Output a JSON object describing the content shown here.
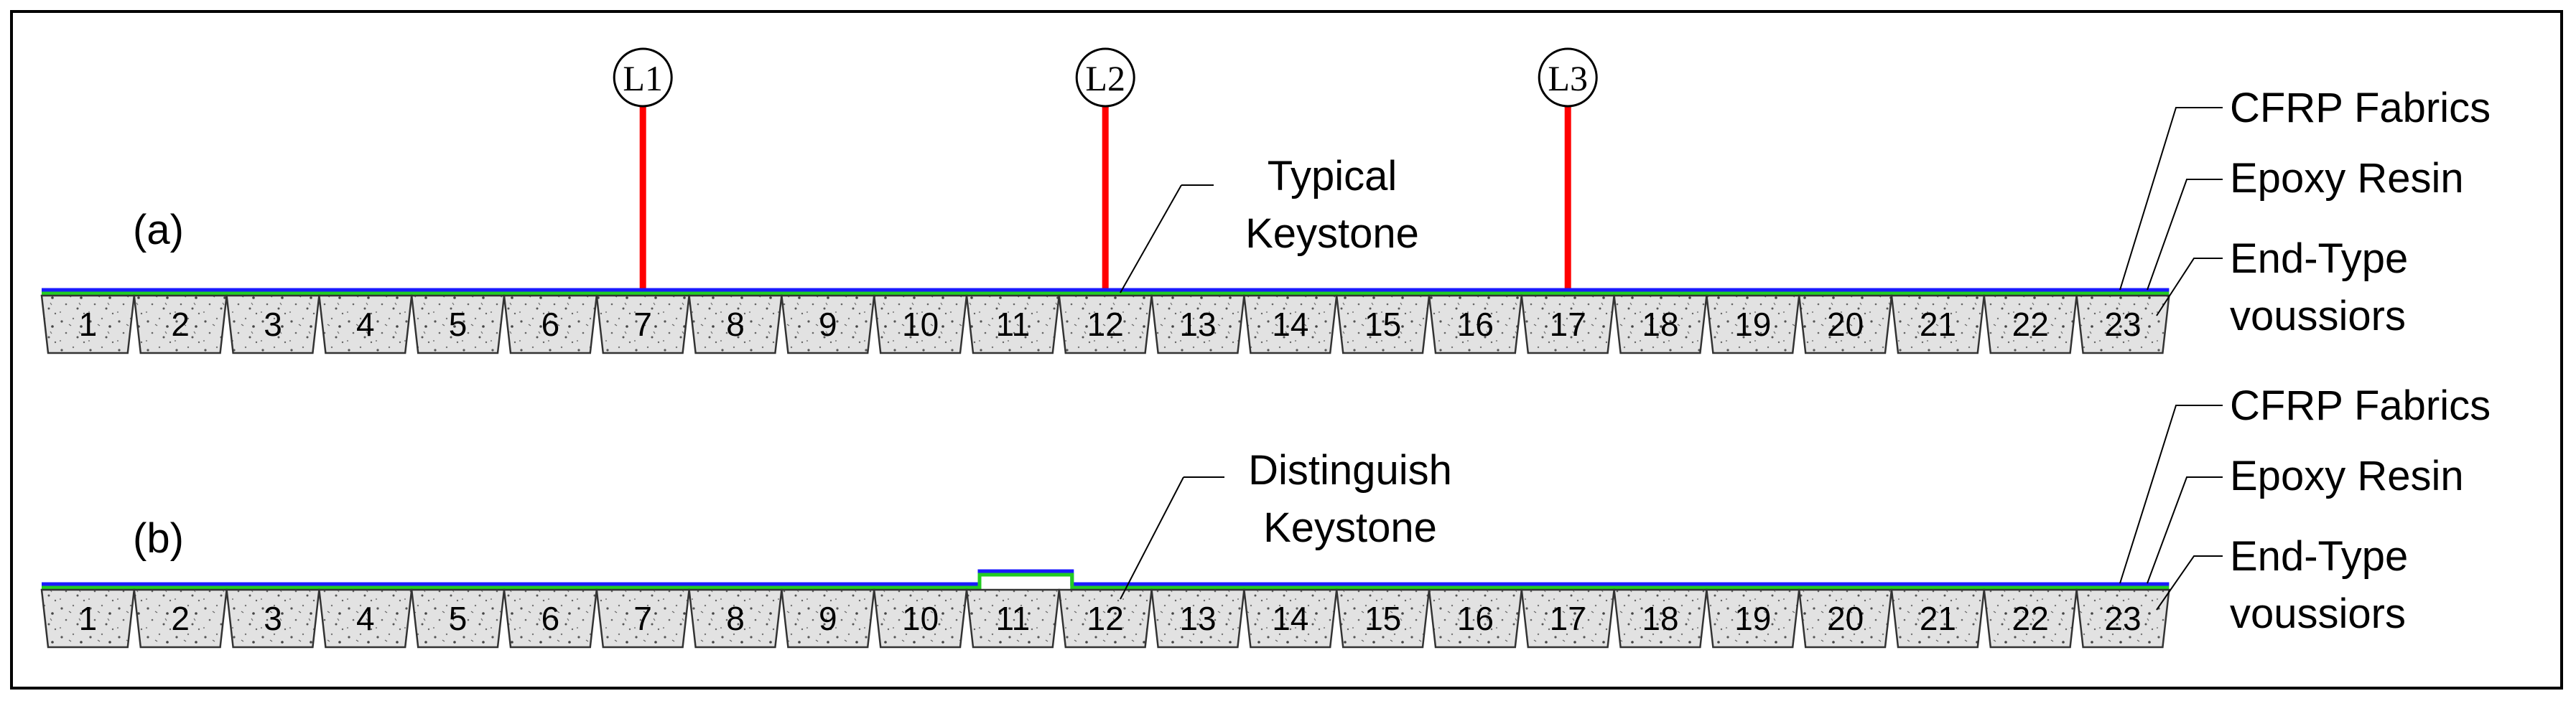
{
  "panel_a": {
    "tag": "(a)",
    "load_labels": [
      "L1",
      "L2",
      "L3"
    ],
    "keystone_label": [
      "Typical",
      "Keystone"
    ]
  },
  "panel_b": {
    "tag": "(b)",
    "keystone_label": [
      "Distinguish",
      "Keystone"
    ]
  },
  "callouts": {
    "cfrp": "CFRP Fabrics",
    "epoxy": "Epoxy Resin",
    "endtype_1": "End-Type",
    "endtype_2": "voussiors"
  },
  "blocks": [
    "1",
    "2",
    "3",
    "4",
    "5",
    "6",
    "7",
    "8",
    "9",
    "10",
    "11",
    "12",
    "13",
    "14",
    "15",
    "16",
    "17",
    "18",
    "19",
    "20",
    "21",
    "22",
    "23"
  ],
  "colors": {
    "load_line": "#ff0000",
    "cfrp_layer": "#1a1aff",
    "epoxy_layer": "#22cc22",
    "block_fill": "#e2e2e2",
    "block_stroke": "#333333"
  }
}
